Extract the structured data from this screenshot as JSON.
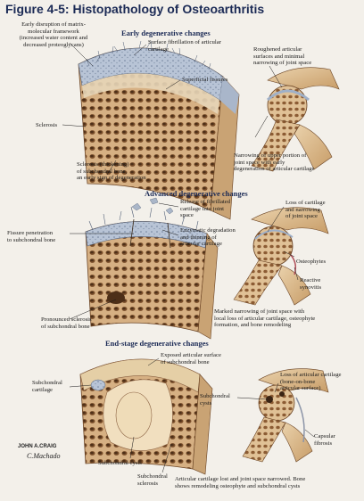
{
  "title": "Figure 4-5: Histopathology of Osteoarthritis",
  "sections": {
    "early": "Early degenerative changes",
    "advanced": "Advanced degenerative changes",
    "end": "End-stage degenerative changes"
  },
  "labels": {
    "early_matrix": "Early disruption of matrix-\nmolecular framework\n(increased water content and\ndecreased proteoglycans)",
    "surface_fibrillation": "Surface fibrillation of articular\ncartilage",
    "superficial_fissures": "Superficial fissures",
    "sclerosis": "Sclerosis",
    "sclerosis_thickening": "Sclerosis (thickening)\nof subchondral bone,\nan early sign of degeneration",
    "roughened": "Roughened articular\nsurfaces and minimal\nnarrowing of joint space",
    "narrowing_upper": "Narrowing of upper portion of\njoint space with early\ndegeneration of articular cartilage",
    "release_fibrillated": "Release of fibrillated\ncartilage into joint\nspace",
    "enzymatic": "Enzymatic degradation\nand thinning of\narticular cartilage",
    "fissure_penetration": "Fissure penetration\nto subchondral bone",
    "pronounced_sclerosis": "Pronounced sclerosis\nof subchondral bone",
    "loss_cartilage": "Loss of cartilage\nand narrowing\nof joint space",
    "osteophytes": "Osteophytes",
    "reactive_synovitis": "Reactive\nsynovitis",
    "marked_narrowing": "Marked narrowing of joint space with\nlocal loss of articular cartilage, osteophyte\nformation, and bone remodeling",
    "exposed_surface": "Exposed articular surface\nof subchondral bone",
    "subchondral_cartilage": "Subchondral\ncartilage",
    "subchondral_cysts_left": "Subchondral cysts",
    "subchondral_sclerosis": "Subchondral\nsclerosis",
    "subchondral_cysts_right": "Subchondral\ncysts",
    "loss_articular": "Loss of articular cartilage\n(bone-on-bone\narticular surface)",
    "capsular_fibrosis": "Capsular\nfibrosis",
    "end_caption": "Articular cartilage lost and joint space narrowed. Bone\nshows remodeling osteophyte and subchondral cysts"
  },
  "signature": {
    "line1": "JOHN A.CRAIG",
    "line2": "C.Machado"
  },
  "colors": {
    "title": "#1b2a55",
    "bone": "#d9b88a",
    "bone_dark": "#a8784a",
    "cartilage": "#9fb0c8",
    "cartilage_light": "#c9d3e2",
    "background": "#f3f0ea"
  }
}
